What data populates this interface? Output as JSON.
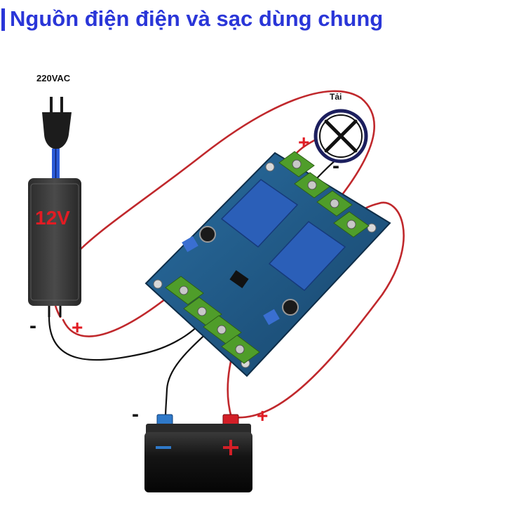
{
  "title": "Nguồn điện điện và sạc dùng chung",
  "labels": {
    "ac_source": "220VAC",
    "adapter_voltage": "12V",
    "load": "Tải",
    "adapter_minus": "-",
    "adapter_plus": "+",
    "load_plus": "+",
    "load_minus": "-",
    "battery_minus_outside": "-",
    "battery_plus_outside": "+",
    "battery_minus_face": "-",
    "battery_plus_face": "+"
  },
  "colors": {
    "title": "#2a36d8",
    "wire_red": "#c0282c",
    "wire_black": "#111111",
    "board": "#1f5a86",
    "relay": "#2b5fb8",
    "terminal": "#4f9d2a",
    "plus_mark": "#e21b23"
  }
}
